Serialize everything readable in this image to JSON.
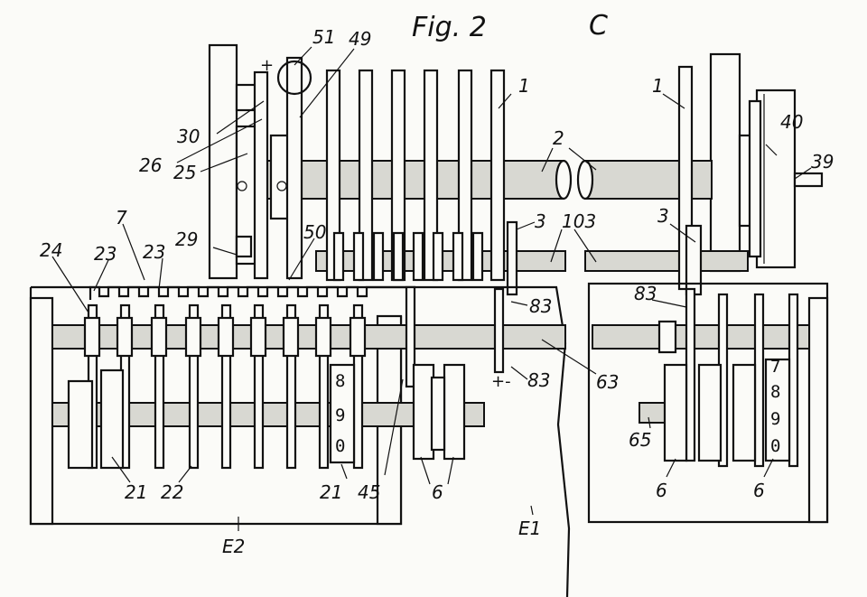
{
  "figure": {
    "title": "Fig. 2",
    "view_letter": "C"
  },
  "labels": {
    "l51": "51",
    "l49": "49",
    "lplus_top": "+",
    "l30": "30",
    "l26": "26",
    "l25": "25",
    "l1a": "1",
    "l1b": "1",
    "l2": "2",
    "l40": "40",
    "l39": "39",
    "l3a": "3",
    "l3b": "3",
    "l103": "103",
    "l7": "7",
    "l29": "29",
    "l50": "50",
    "l24": "24",
    "l23a": "23",
    "l23b": "23",
    "l83a": "83",
    "l83b": "83",
    "l83c": "83",
    "lplusminus": "+-",
    "l63": "63",
    "l65": "65",
    "l21a": "21",
    "l22": "22",
    "l21b": "21",
    "l45": "45",
    "l6a": "6",
    "l6b": "6",
    "l6c": "6",
    "lE2": "E2",
    "lE1": "E1"
  },
  "counter_wheels": {
    "left_digits": [
      "8",
      "9",
      "0"
    ],
    "right_digits": [
      "7",
      "8",
      "9",
      "0"
    ]
  }
}
